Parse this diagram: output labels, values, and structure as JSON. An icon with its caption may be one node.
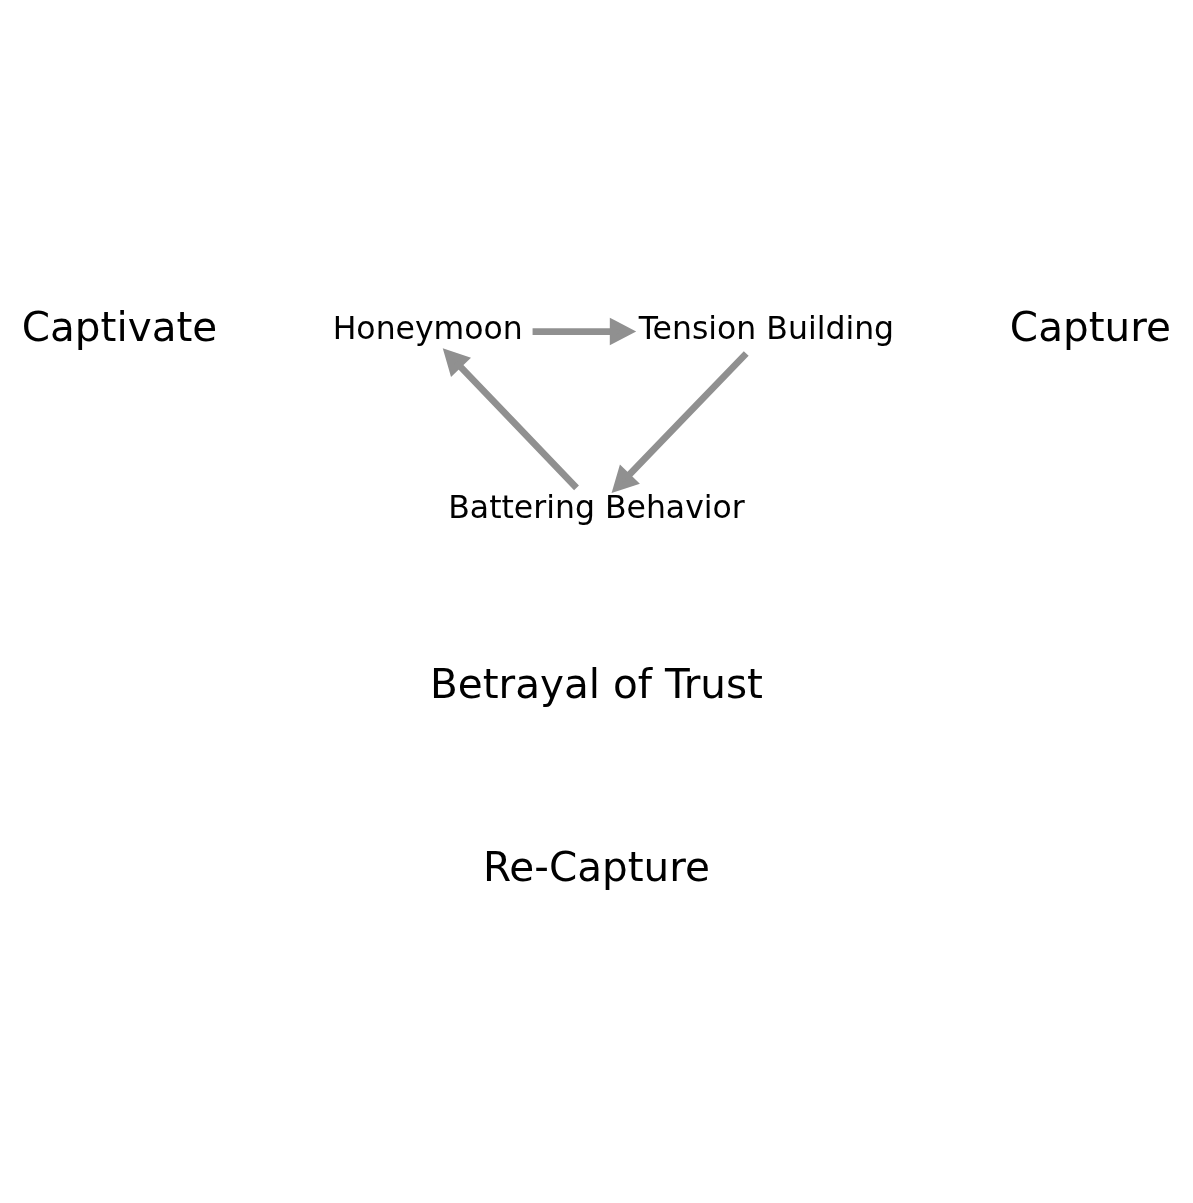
{
  "diagram": {
    "nodes": [
      {
        "text": [
          "Honeymoon"
        ]
      },
      {
        "text": [
          "Tension Building"
        ]
      },
      {
        "text": [
          "Battering Behavior"
        ]
      }
    ],
    "edges": [
      {
        "from": 0,
        "to": 1,
        "arrow": "to"
      },
      {
        "from": 1,
        "to": 2,
        "arrow": "to"
      },
      {
        "from": 2,
        "to": 0,
        "arrow": "to"
      }
    ],
    "labels": [
      "Captivate",
      "Capture",
      "Betrayal of Trust",
      "Re-Capture"
    ]
  }
}
